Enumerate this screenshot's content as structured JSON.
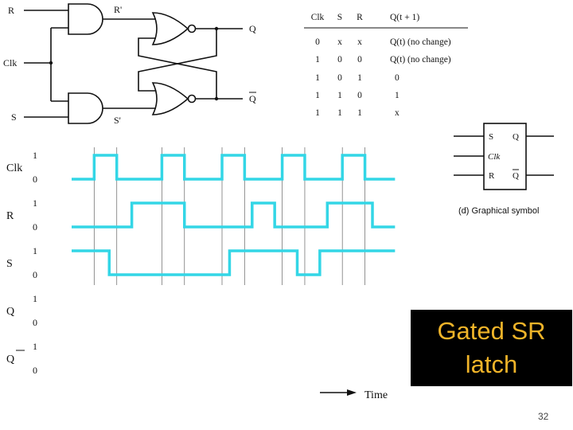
{
  "circuit": {
    "inputs": [
      "R",
      "Clk",
      "S"
    ],
    "internal": [
      "R'",
      "S'"
    ],
    "outputs": [
      "Q",
      "Q"
    ],
    "output_bar": [
      false,
      true
    ]
  },
  "truth_table": {
    "headers": [
      "Clk",
      "S",
      "R",
      "Q(t + 1)"
    ],
    "rows": [
      [
        "0",
        "x",
        "x",
        "Q(t) (no change)"
      ],
      [
        "1",
        "0",
        "0",
        "Q(t) (no change)"
      ],
      [
        "1",
        "0",
        "1",
        "0"
      ],
      [
        "1",
        "1",
        "0",
        "1"
      ],
      [
        "1",
        "1",
        "1",
        "x"
      ]
    ]
  },
  "symbol": {
    "labels": [
      "S",
      "Q",
      "Clk",
      "R",
      "Q"
    ],
    "caption": "(d) Graphical symbol"
  },
  "timing": {
    "signals": [
      {
        "name": "Clk",
        "bar": false,
        "levels": [
          0,
          1,
          0,
          1,
          0,
          1,
          0,
          1,
          0,
          1,
          0
        ],
        "breaks": [
          0,
          1.5,
          3,
          6,
          7.5,
          10,
          11.5,
          14,
          15.5,
          18,
          19.5,
          21.5
        ]
      },
      {
        "name": "R",
        "bar": false,
        "levels": [
          0,
          1,
          0,
          1,
          0,
          1,
          0
        ],
        "breaks": [
          0,
          4,
          7.5,
          12,
          13.5,
          17,
          20,
          21.5
        ]
      },
      {
        "name": "S",
        "bar": false,
        "levels": [
          1,
          0,
          1,
          0,
          1
        ],
        "breaks": [
          0,
          2.5,
          10.5,
          15,
          16.5,
          21.5
        ]
      },
      {
        "name": "Q",
        "bar": false,
        "levels": [],
        "breaks": []
      },
      {
        "name": "Q",
        "bar": true,
        "levels": [],
        "breaks": []
      }
    ],
    "level_labels": [
      "1",
      "0"
    ],
    "time_label": "Time"
  },
  "title": "Gated SR\nlatch",
  "page_number": "32",
  "colors": {
    "waveform": "#33d6e6",
    "title_text": "#f0b429",
    "title_bg": "#000000"
  }
}
